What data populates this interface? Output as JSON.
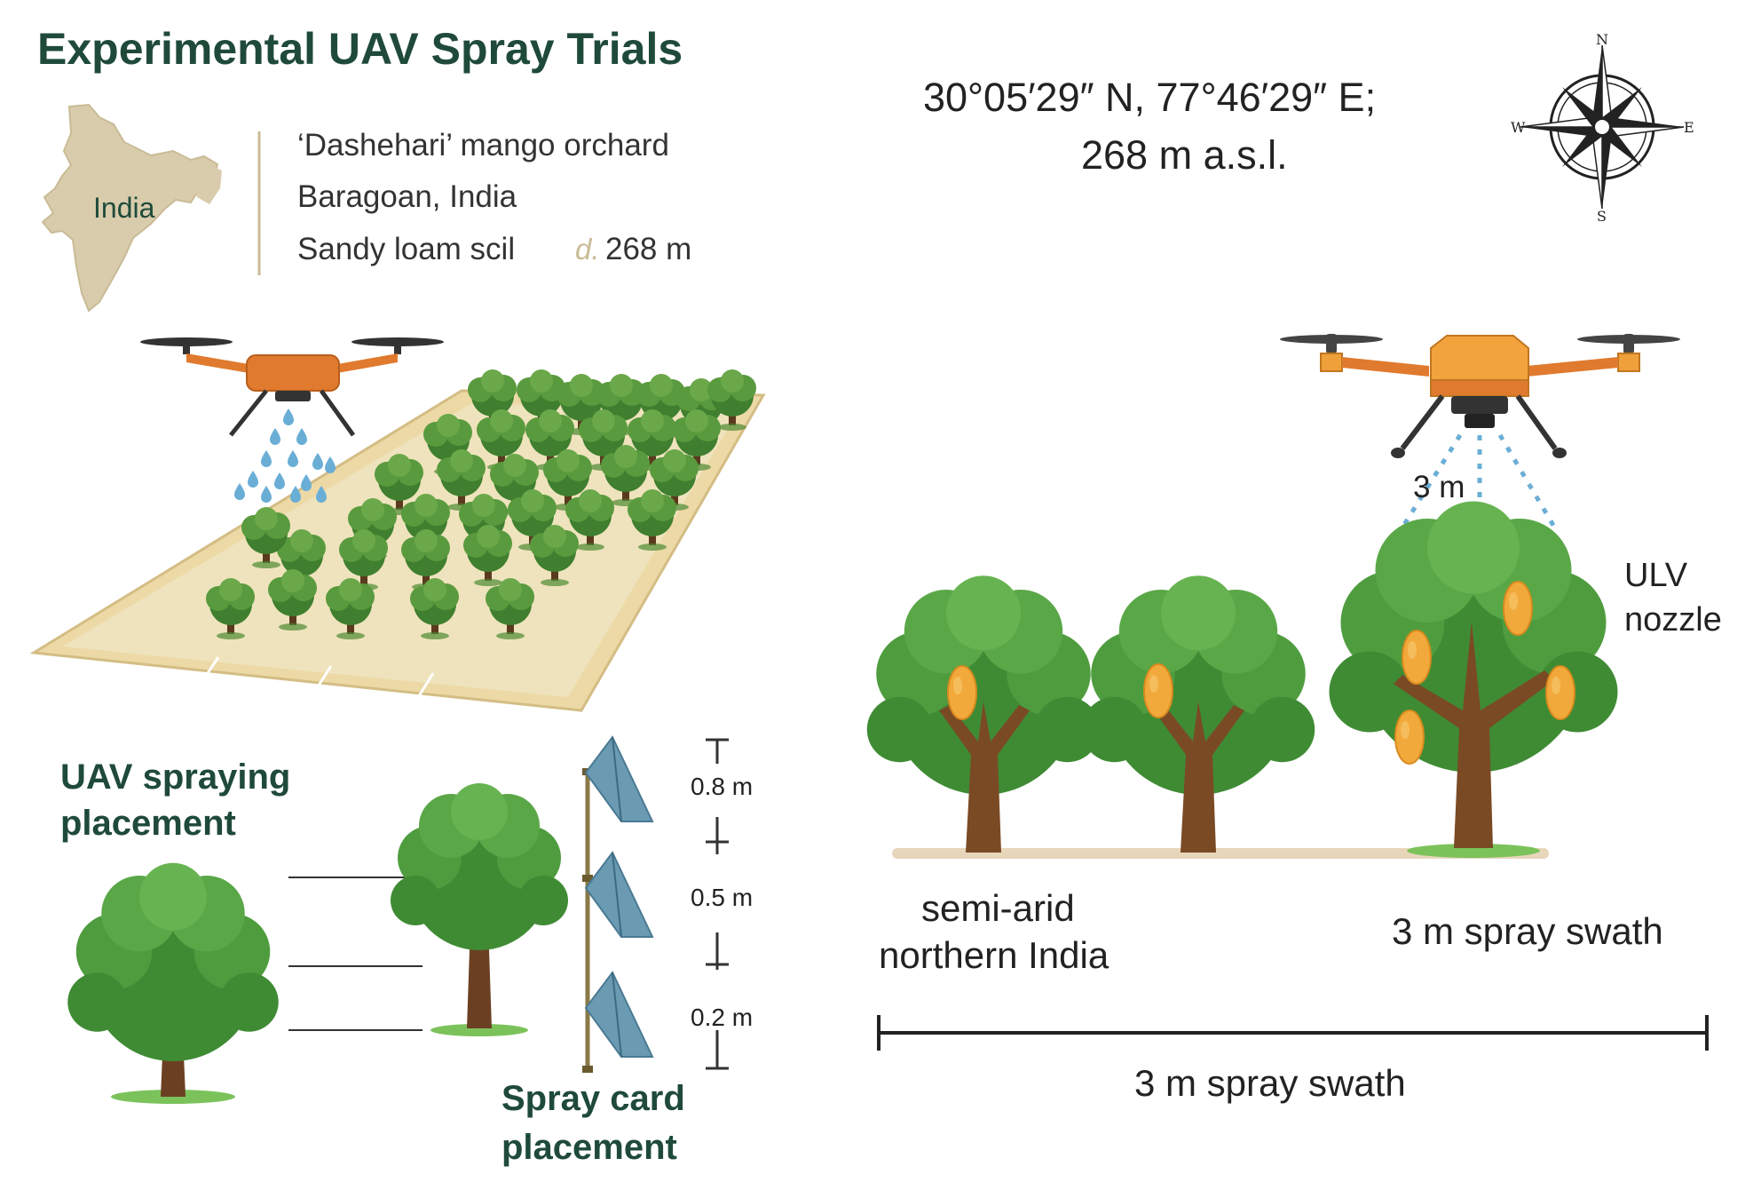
{
  "title": "Experimental UAV Spray Trials",
  "location": {
    "map_label": "India",
    "lines": [
      "‘Dashehari’ mango orchard",
      "Baragoan, India",
      "Sandy loam scil"
    ],
    "stray_glyph": "d.",
    "elevation": "268 m"
  },
  "coordinates": {
    "line1": "30°05′29″ N, 77°46′29″ E;",
    "line2": "268 m a.s.l."
  },
  "compass": {
    "n": "N",
    "s": "S",
    "e": "E",
    "w": "W"
  },
  "labels": {
    "uav_spraying_1": "UAV spraying",
    "uav_spraying_2": "placement",
    "spray_card_1": "Spray card",
    "spray_card_2": "placement",
    "height_3m": "3 m",
    "ulv_1": "ULV",
    "ulv_2": "nozzle",
    "climate_1": "semi-arid",
    "climate_2": "northern India",
    "swath_upper": "3 m spray swath",
    "swath_lower": "3 m spray swath"
  },
  "card_heights": [
    "0.8 m",
    "0.5 m",
    "0.2 m"
  ],
  "colors": {
    "title": "#1f4a3a",
    "drone_orange": "#e07a2e",
    "leaf_green": "#4a8f3a",
    "mango_yellow": "#f2a93b",
    "trunk_brown": "#7a4a25",
    "spray_blue": "#6aaed6",
    "field_tan": "#ecd9a6",
    "card_blue": "#6a9bb3"
  }
}
